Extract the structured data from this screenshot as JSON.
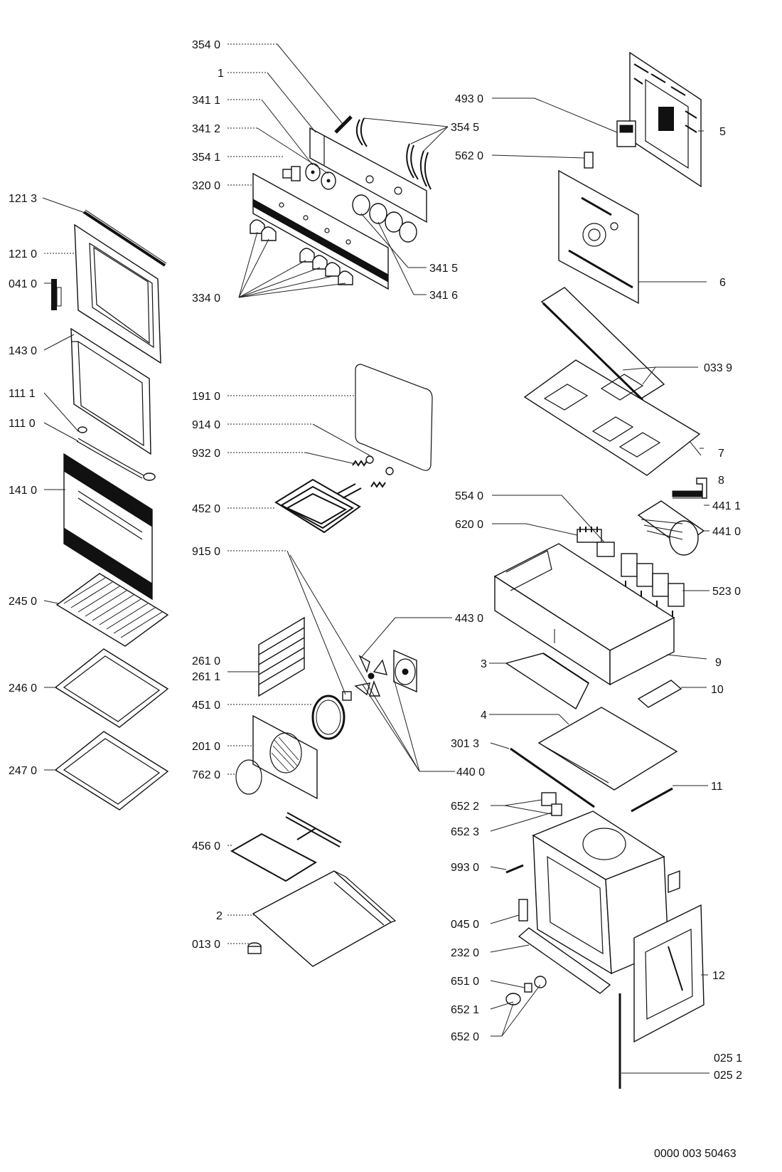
{
  "labels": {
    "l3540": "354 0",
    "l1": "1",
    "l3411": "341 1",
    "l3412": "341 2",
    "l3541": "354 1",
    "l3200": "320 0",
    "l3545": "354 5",
    "l3415": "341 5",
    "l3416": "341 6",
    "l3340": "334 0",
    "l4930": "493 0",
    "l5620": "562 0",
    "l5": "5",
    "l6": "6",
    "l0339": "033 9",
    "l7": "7",
    "l8": "8",
    "l4411": "441 1",
    "l4410": "441 0",
    "l5540": "554 0",
    "l6200": "620 0",
    "l5230": "523 0",
    "l9": "9",
    "l3": "3",
    "l10": "10",
    "l4": "4",
    "l3013": "301 3",
    "l11": "11",
    "l6522": "652 2",
    "l6523": "652 3",
    "l9930": "993 0",
    "l0450": "045 0",
    "l2320": "232 0",
    "l6510": "651 0",
    "l6521": "652 1",
    "l6520": "652 0",
    "l12": "12",
    "l0251": "025 1",
    "l0252": "025 2",
    "l1213": "121 3",
    "l1210": "121 0",
    "l0410": "041 0",
    "l1430": "143 0",
    "l1111": "111 1",
    "l1110": "111 0",
    "l1410": "141 0",
    "l2450": "245 0",
    "l2460": "246 0",
    "l2470": "247 0",
    "l1910": "191 0",
    "l9140": "914 0",
    "l9320": "932 0",
    "l4520": "452 0",
    "l9150": "915 0",
    "l4430": "443 0",
    "l2610": "261 0",
    "l2611": "261 1",
    "l4510": "451 0",
    "l2010": "201 0",
    "l7620": "762 0",
    "l4400": "440 0",
    "l4560": "456 0",
    "l2": "2",
    "l0130": "013 0"
  },
  "footer": {
    "reference_number": "0000 003 50463"
  }
}
